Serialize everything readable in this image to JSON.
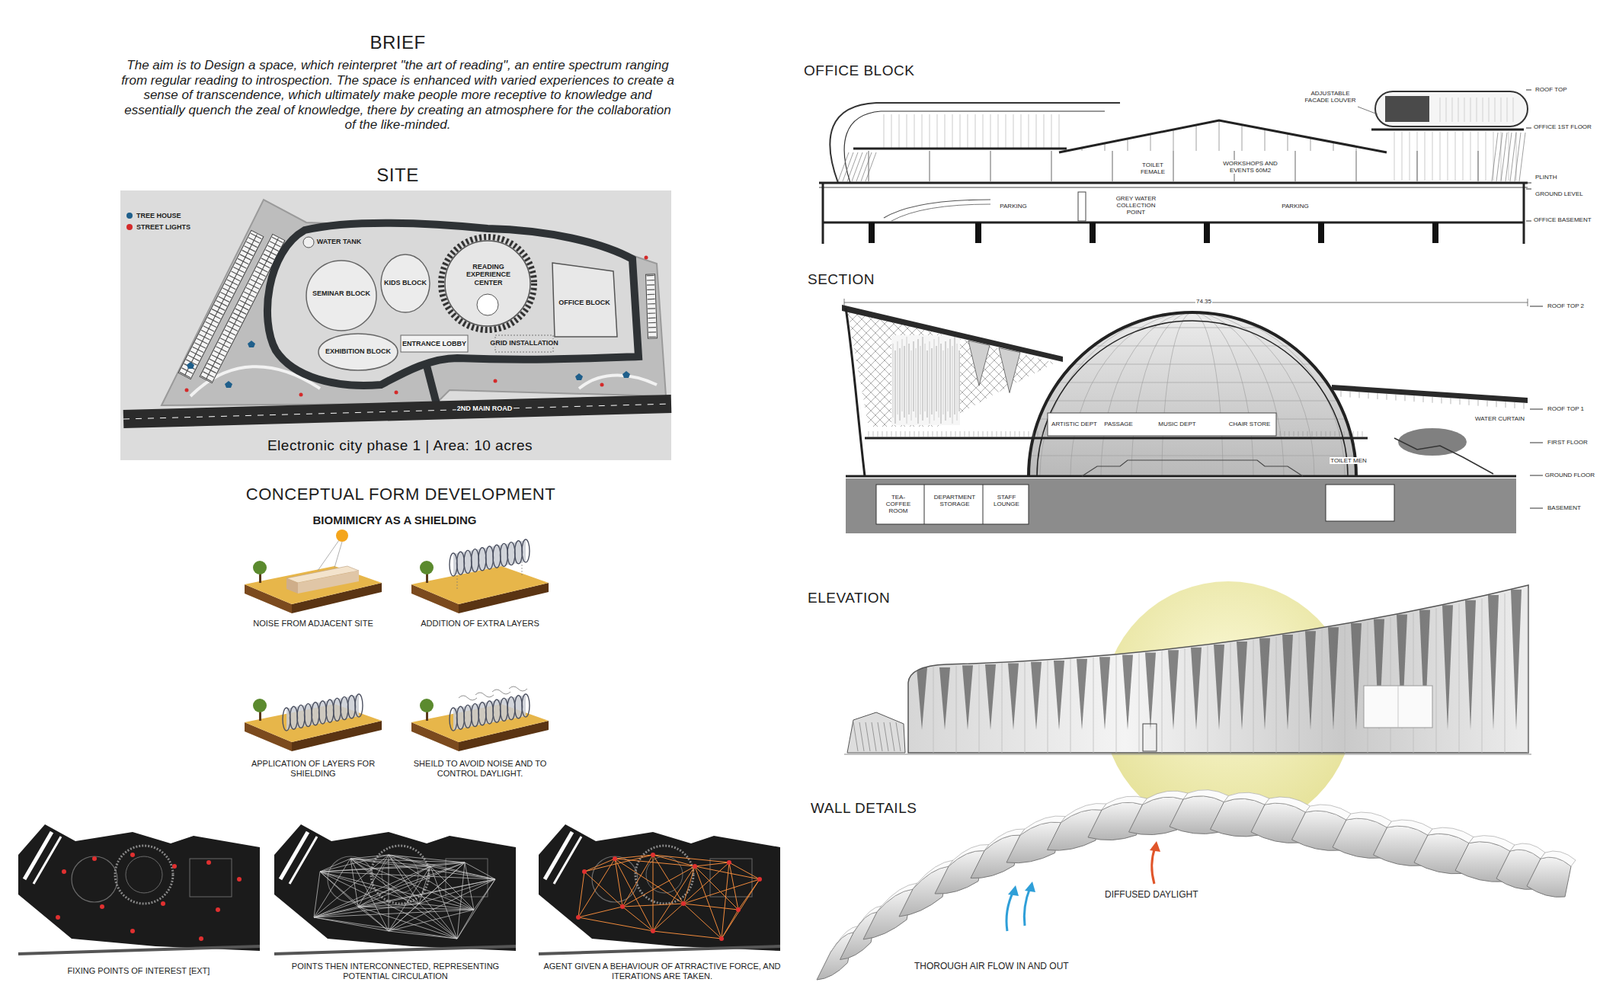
{
  "diagram": {
    "labels": [
      "BRIEF",
      "The aim is to Design a space, which reinterpret \"the art of reading\", an entire spectrum ranging from regular reading to introspection. The space is enhanced with varied experiences to create a sense of transcendence, which ultimately make people more receptive to knowledge and essentially quench the zeal of knowledge, there by creating an atmosphere for the collaboration of the like-minded.",
      "SITE",
      "WATER TANK",
      "SEMINAR BLOCK",
      "KIDS BLOCK",
      "READING EXPERIENCE CENTER",
      "OFFICE BLOCK",
      "EXHIBITION BLOCK",
      "ENTRANCE LOBBY",
      "GRID INSTALLATION",
      "2ND MAIN ROAD",
      "Electronic city phase 1 | Area: 10 acres",
      "CONCEPTUAL FORM DEVELOPMENT",
      "BIOMIMICRY AS A SHIELDING",
      "NOISE FROM ADJACENT SITE",
      "ADDITION OF EXTRA LAYERS",
      "APPLICATION OF LAYERS FOR SHIELDING",
      "SHEILD TO AVOID NOISE AND TO CONTROL DAYLIGHT.",
      "FIXING POINTS OF INTEREST [EXT]",
      "POINTS THEN INTERCONNECTED, REPRESENTING POTENTIAL CIRCULATION",
      "AGENT GIVEN A BEHAVIOUR OF ATRRACTIVE FORCE, AND ITERATIONS ARE TAKEN.",
      "OFFICE BLOCK",
      "ROOF TOP",
      "OFFICE 1ST FLOOR",
      "PLINTH",
      "GROUND LEVEL",
      "OFFICE BASEMENT",
      "ADJUSTABLE FACADE LOUVER",
      "TOILET FEMALE",
      "WORKSHOPS AND EVENTS 60M2",
      "PARKING",
      "GREY WATER COLLECTION POINT",
      "PARKING",
      "SECTION",
      "74.35",
      "ROOF TOP 2",
      "ROOF TOP 1",
      "WATER CURTAIN",
      "FIRST FLOOR",
      "GROUND FLOOR",
      "BASEMENT",
      "ARTISTIC DEPT",
      "PASSAGE",
      "MUSIC DEPT",
      "CHAIR STORE",
      "TOILET MEN",
      "TEA-COFFEE ROOM",
      "DEPARTMENT STORAGE",
      "STAFF LOUNGE",
      "ELEVATION",
      "WALL DETAILS",
      "DIFFUSED DAYLIGHT",
      "THOROUGH AIR FLOW IN AND OUT"
    ],
    "legend": [
      {
        "text": "TREE HOUSE",
        "color": "#1f5f8b"
      },
      {
        "text": "STREET LIGHTS",
        "color": "#d42a2a"
      }
    ]
  }
}
